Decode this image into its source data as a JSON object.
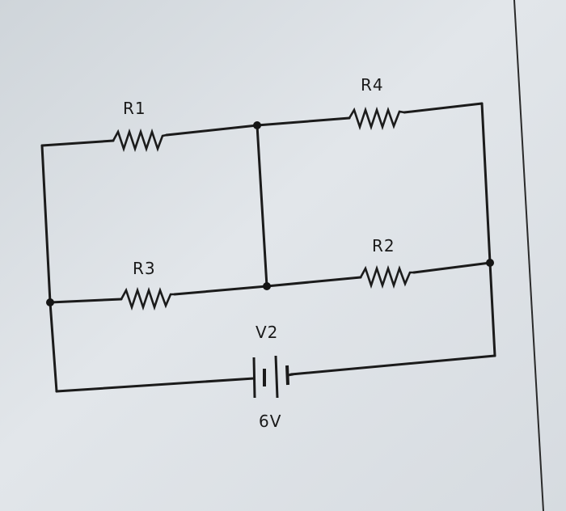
{
  "components": {
    "r1": {
      "label": "R1"
    },
    "r2": {
      "label": "R2"
    },
    "r3": {
      "label": "R3"
    },
    "r4": {
      "label": "R4"
    },
    "v2": {
      "label": "V2",
      "value": "6V"
    }
  },
  "colors": {
    "paper": "#dfe4e8",
    "ink": "#1b1b1b"
  }
}
